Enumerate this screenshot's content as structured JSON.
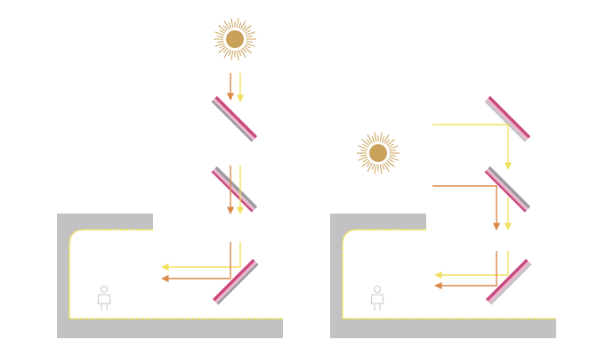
{
  "colors": {
    "background": "#ffffff",
    "sun": "#c9a15a",
    "room_wall": "#c2c2c4",
    "room_edge_glow": "#f2e44a",
    "mirror_coating": "#c9487e",
    "mirror_backing": "#9a9a9c",
    "mirror_highlight": "#e9b7cf",
    "ray_yellow": "#efe060",
    "ray_orange": "#d9894a",
    "person": "#b9b9b9"
  },
  "icons": {
    "sun": "sun-icon",
    "person": "person-icon",
    "mirror": "mirror-icon"
  },
  "scenes": [
    {
      "name": "overhead-sun-setup",
      "sun_position": "above",
      "mirror_count": 3
    },
    {
      "name": "side-sun-setup",
      "sun_position": "left",
      "mirror_count": 3
    }
  ]
}
